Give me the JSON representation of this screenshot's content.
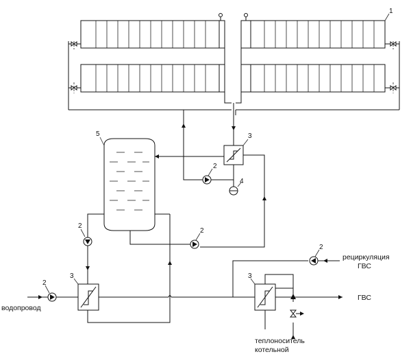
{
  "labels": {
    "n1": "1",
    "n2_pump_left": "2",
    "n2_pump_mid": "2",
    "n2_pump_top": "2",
    "n2_pump_right": "2",
    "n2_pump_water": "2",
    "n3_hx_left": "3",
    "n3_hx_top": "3",
    "n3_hx_right": "3",
    "n4": "4",
    "n5": "5"
  },
  "text": {
    "water_supply": "водопровод",
    "hot_water": "ГВС",
    "recirculation_line1": "рециркуляция",
    "recirculation_line2": "ГВС",
    "heat_carrier_line1": "теплоноситель",
    "heat_carrier_line2": "котельной"
  }
}
